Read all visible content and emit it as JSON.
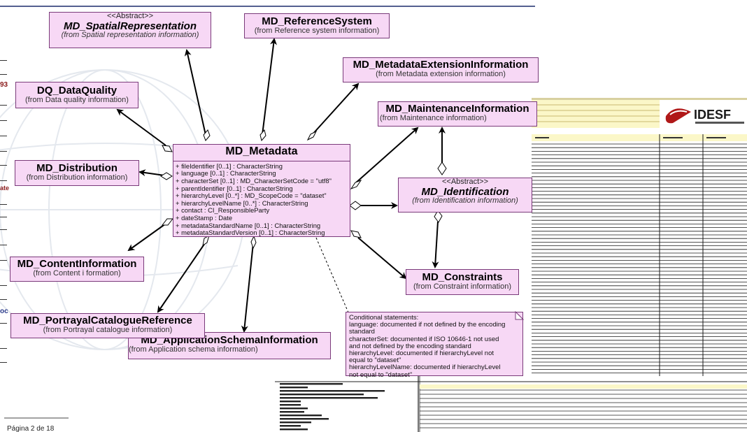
{
  "diagram": {
    "classes": [
      {
        "id": "spatial",
        "stereotype": "<<Abstract>>",
        "name": "MD_SpatialRepresentation",
        "name_italic": true,
        "from": "(from Spatial representation information)",
        "from_italic": true
      },
      {
        "id": "refsys",
        "stereotype": "",
        "name": "MD_ReferenceSystem",
        "name_italic": false,
        "from": "(from Reference system information)",
        "from_italic": false
      },
      {
        "id": "extension",
        "stereotype": "",
        "name": "MD_MetadataExtensionInformation",
        "name_italic": false,
        "from": "(from Metadata extension information)",
        "from_italic": false
      },
      {
        "id": "dataquality",
        "stereotype": "",
        "name": "DQ_DataQuality",
        "name_italic": false,
        "from": "(from Data quality information)",
        "from_italic": false
      },
      {
        "id": "maintenance",
        "stereotype": "",
        "name": "MD_MaintenanceInformation",
        "name_italic": false,
        "from": "(from Maintenance information)",
        "from_italic": false
      },
      {
        "id": "distribution",
        "stereotype": "",
        "name": "MD_Distribution",
        "name_italic": false,
        "from": "(from Distribution information)",
        "from_italic": false
      },
      {
        "id": "identification",
        "stereotype": "<<Abstract>>",
        "name": "MD_Identification",
        "name_italic": true,
        "from": "(from Identification information)",
        "from_italic": true
      },
      {
        "id": "content",
        "stereotype": "",
        "name": "MD_ContentInformation",
        "name_italic": false,
        "from": "(from Content i formation)",
        "from_italic": false
      },
      {
        "id": "constraints",
        "stereotype": "",
        "name": "MD_Constraints",
        "name_italic": false,
        "from": "(from Constraint information)",
        "from_italic": false
      },
      {
        "id": "portrayal",
        "stereotype": "",
        "name": "MD_PortrayalCatalogueReference",
        "name_italic": false,
        "from": "(from Portrayal catalogue information)",
        "from_italic": false
      },
      {
        "id": "appschema",
        "stereotype": "",
        "name": "MD_ApplicationSchemaInformation",
        "name_italic": false,
        "from": "(from Application schema information)",
        "from_italic": false
      }
    ],
    "metadata": {
      "name": "MD_Metadata",
      "attributes": [
        "+ fileIdentifier [0..1] : CharacterString",
        "+ language [0..1] : CharacterString",
        "+ characterSet [0..1] : MD_CharacterSetCode = \"utf8\"",
        "+ parentIdentifier [0..1] : CharacterString",
        "+ hierarchyLevel [0..*] : MD_ScopeCode = \"dataset\"",
        "+ hierarchyLevelName [0..*] : CharacterString",
        "+ contact : CI_ResponsibleParty",
        "+ dateStamp : Date",
        "+ metadataStandardName [0..1] : CharacterString",
        "+ metadataStandardVersion [0..1] : CharacterString"
      ]
    },
    "note": [
      "Conditional statements:",
      "language: documented if not defined by the encoding",
      "standard",
      "characterSet: documented if ISO 10646-1 not used",
      "and not defined by the encoding standard",
      "hierarchyLevel: documented if hierarchyLevel not",
      "equal to \"dataset\"",
      "hierarchyLevelName: documented if hierarchyLevel",
      "not equal to \"dataset\""
    ]
  },
  "background_doc": {
    "left_fragments": [
      "93",
      "ate",
      "oc"
    ],
    "page_label": "Página 2 de 18"
  },
  "logo": {
    "text": "IDESF"
  },
  "colors": {
    "class_fill": "#f7d8f5",
    "class_border": "#7a3a7a",
    "sheet_header": "#fbf7c8"
  }
}
